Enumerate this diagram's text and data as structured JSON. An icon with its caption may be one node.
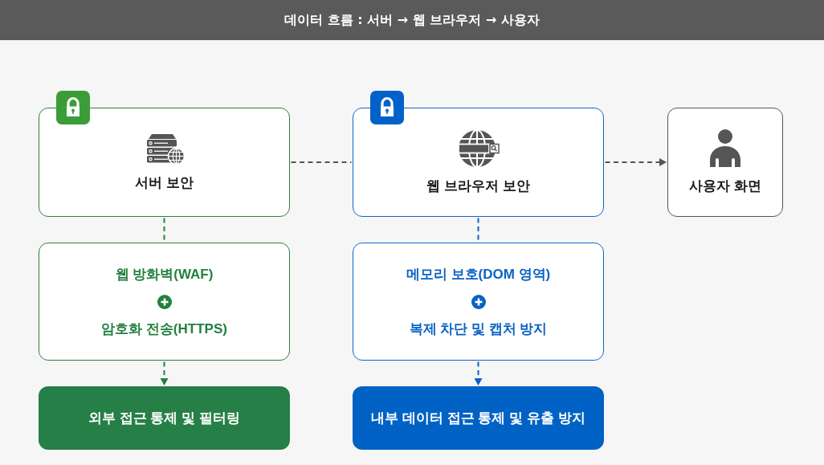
{
  "diagram": {
    "title": "데이터 흐름 : 서버 → 웹 브라우저 → 사용자",
    "nodes": [
      {
        "text": [
          "서버 보안"
        ]
      },
      {
        "text": [
          "웹 브라우저 보안"
        ]
      },
      {
        "text": [
          "사용자 화면"
        ]
      },
      {
        "text": [
          "웹 방화벽(WAF)",
          "암호화 전송(HTTPS)"
        ]
      },
      {
        "text": [
          "메모리 보호(DOM 영역)",
          "복제 차단 및 캡처 방지"
        ]
      },
      {
        "text": [
          "외부 접근 통제 및 필터링"
        ]
      },
      {
        "text": [
          "내부 데이터 접근 통제 및 유출 방지"
        ]
      }
    ],
    "edges": [
      {
        "from": 0,
        "to": 1,
        "arrow": "none",
        "style": "dashed",
        "color": "#555555"
      },
      {
        "from": 1,
        "to": 2,
        "arrow": "to",
        "style": "dashed",
        "color": "#555555"
      },
      {
        "from": 0,
        "to": 3,
        "arrow": "none",
        "style": "dashed",
        "color": "#24803f"
      },
      {
        "from": 3,
        "to": 5,
        "arrow": "to",
        "style": "dashed",
        "color": "#24803f"
      },
      {
        "from": 1,
        "to": 4,
        "arrow": "none",
        "style": "dashed",
        "color": "#0a62c4"
      },
      {
        "from": 4,
        "to": 6,
        "arrow": "to",
        "style": "dashed",
        "color": "#0a62c4"
      }
    ]
  }
}
